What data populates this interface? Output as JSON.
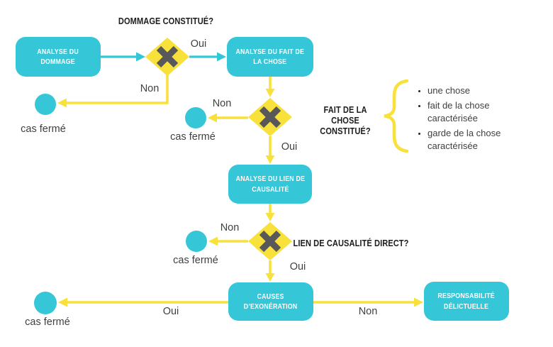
{
  "colors": {
    "teal": "#35c6d8",
    "yellow": "#f9e13b",
    "x_gray": "#58585b",
    "label_dark": "#1d1d1b",
    "text_gray": "#3f4041",
    "white": "#ffffff"
  },
  "questions": {
    "q1": "DOMMAGE CONSTITUÉ?",
    "q2": {
      "line1": "FAIT DE LA CHOSE",
      "line2": "CONSTITUÉ?"
    },
    "q3": "LIEN DE CAUSALITÉ DIRECT?"
  },
  "nodes": {
    "analyse_dommage": {
      "line1": "ANALYSE DU",
      "line2": "DOMMAGE"
    },
    "analyse_fait": {
      "line1": "ANALYSE DU FAIT DE",
      "line2": "LA CHOSE"
    },
    "analyse_lien": {
      "line1": "ANALYSE DU LIEN DE",
      "line2": "CAUSALITÉ"
    },
    "causes_exoneration": {
      "line1": "CAUSES",
      "line2": "D’EXONÉRATION"
    },
    "responsabilite": {
      "line1": "RESPONSABILITÉ",
      "line2": "DÉLICTUELLE"
    }
  },
  "labels": {
    "oui": "Oui",
    "non": "Non",
    "cas_ferme": "cas fermé"
  },
  "annotation": {
    "items": [
      "une chose",
      "fait de la chose caractérisée",
      "garde de la chose caractérisée"
    ]
  }
}
